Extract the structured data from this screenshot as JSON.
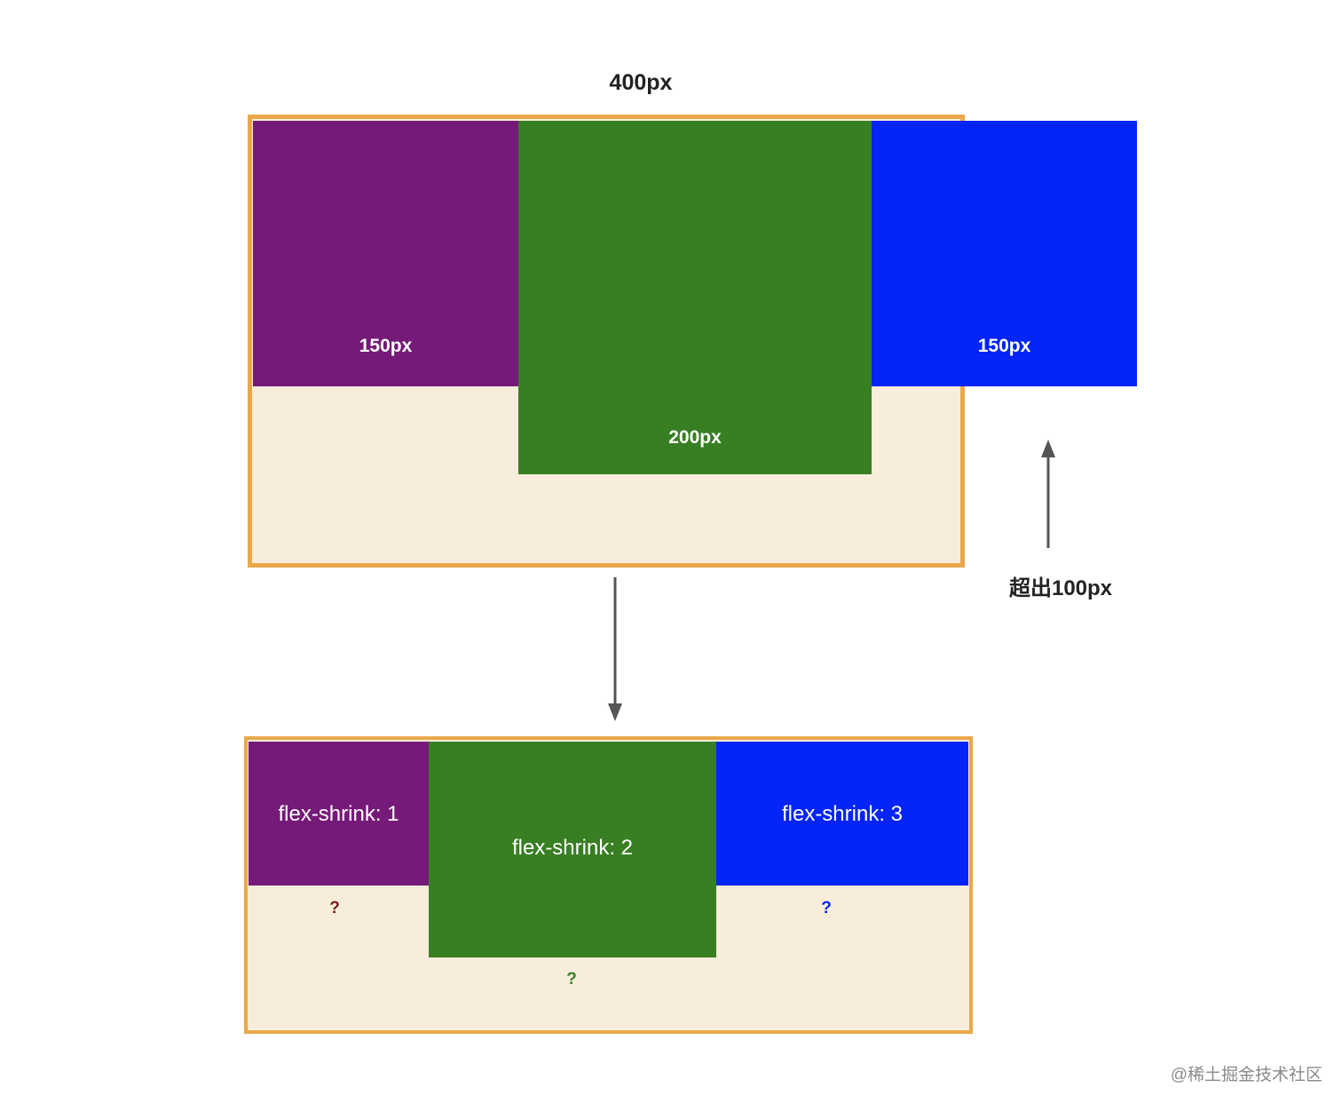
{
  "top_diagram": {
    "container_width_label": "400px",
    "box_labels": [
      "150px",
      "200px",
      "150px"
    ],
    "overflow_label": "超出100px"
  },
  "bottom_diagram": {
    "shrink_labels": [
      "flex-shrink: 1",
      "flex-shrink: 2",
      "flex-shrink: 3"
    ],
    "unknown_marks": [
      "?",
      "?",
      "?"
    ]
  },
  "colors": {
    "purple": "#761a79",
    "green": "#387f23",
    "blue": "#0524f6",
    "container_border": "#eaa84a",
    "container_fill": "#f8eddb"
  },
  "watermark": "@稀土掘金技术社区"
}
